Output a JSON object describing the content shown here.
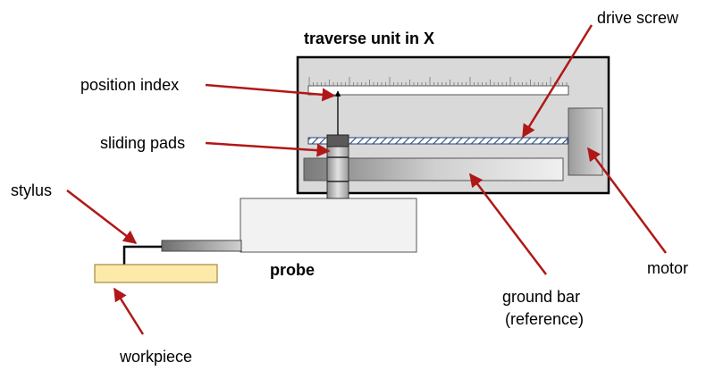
{
  "labels": {
    "title": "traverse unit in X",
    "drive_screw": "drive screw",
    "position_index": "position index",
    "sliding_pads": "sliding pads",
    "stylus": "stylus",
    "probe": "probe",
    "motor": "motor",
    "ground_bar_line1": "ground bar",
    "ground_bar_line2": "(reference)",
    "workpiece": "workpiece"
  },
  "colors": {
    "arrow": "#b01818",
    "housing_fill": "#d9d9d9",
    "housing_stroke": "#000000",
    "workpiece_fill": "#fde9a9",
    "workpiece_stroke": "#a08a40",
    "screw_hatch": "#3a5a8c"
  }
}
